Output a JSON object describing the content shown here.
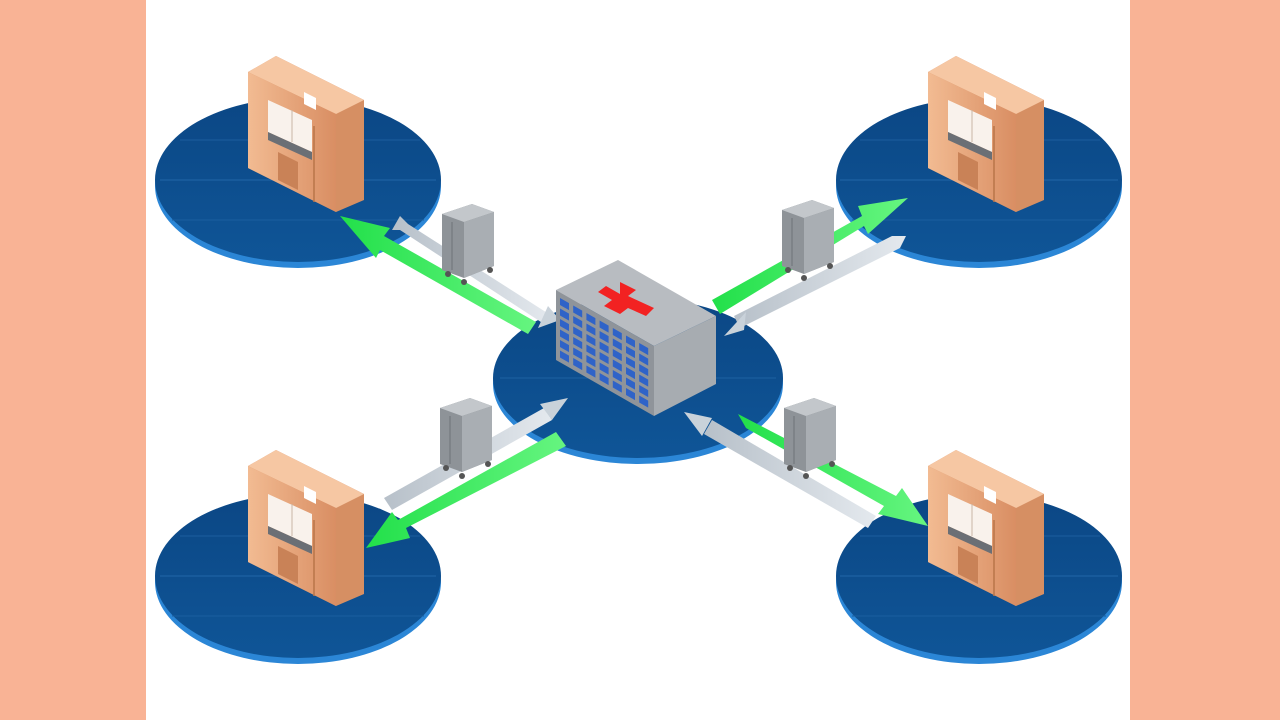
{
  "colors": {
    "page_margin": "#F9B395",
    "canvas": "#FFFFFF",
    "platform_top": "#0E4E8C",
    "platform_edge": "#2B86D6",
    "outbound_arrow": "#33EE55",
    "return_arrow": "#C9D2DA",
    "cabinet": "#E8A67C",
    "cart": "#9CA0A6",
    "building": "#9DA2A8",
    "windows": "#2F63C8",
    "cross": "#F22222"
  },
  "icons": [
    "hospital-building-icon",
    "medical-cross-icon",
    "supply-cart-icon",
    "storage-cabinet-icon"
  ],
  "nodes": {
    "hub": "hospital",
    "satellites": [
      "top-left",
      "top-right",
      "bottom-left",
      "bottom-right"
    ]
  },
  "links": [
    {
      "from": "hospital",
      "to": "top-left",
      "outbound": "green",
      "return": "gray",
      "cart": true
    },
    {
      "from": "hospital",
      "to": "top-right",
      "outbound": "green",
      "return": "gray",
      "cart": true
    },
    {
      "from": "hospital",
      "to": "bottom-left",
      "outbound": "green",
      "return": "gray",
      "cart": true
    },
    {
      "from": "hospital",
      "to": "bottom-right",
      "outbound": "green",
      "return": "gray",
      "cart": true
    }
  ]
}
